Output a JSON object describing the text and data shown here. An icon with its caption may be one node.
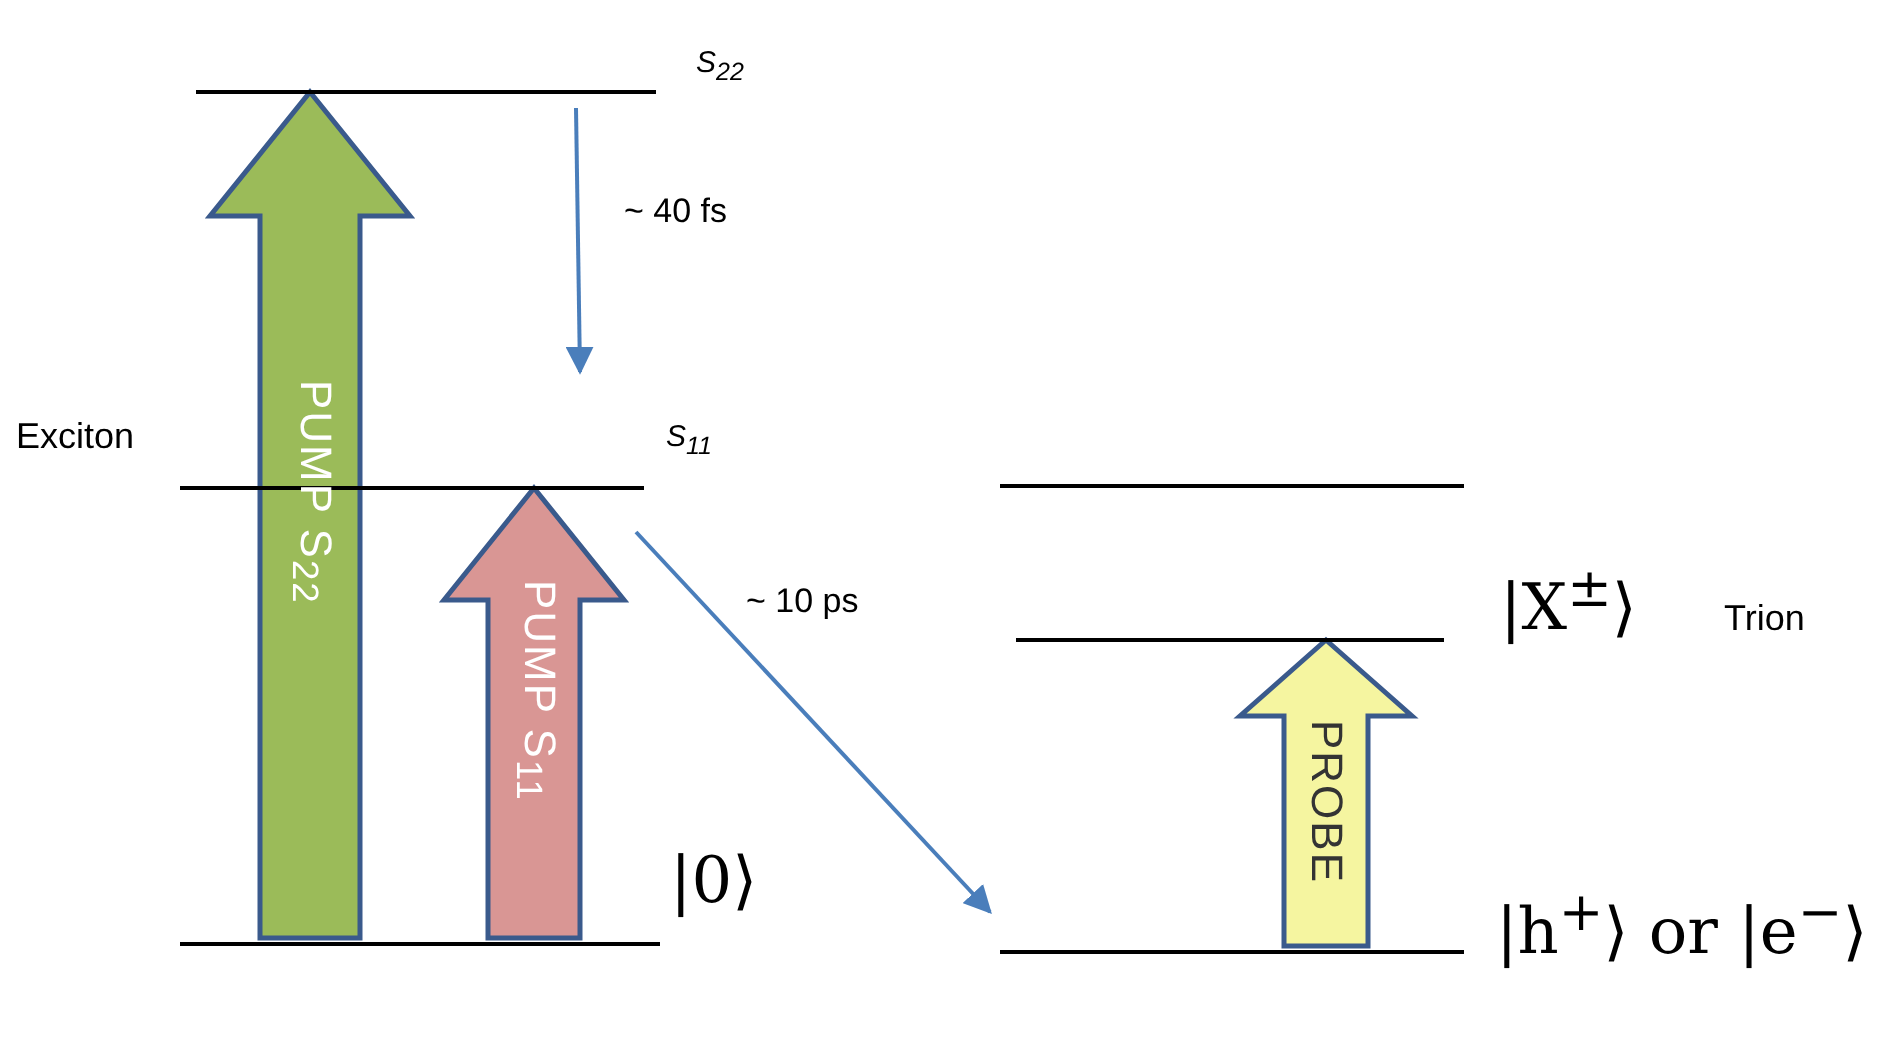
{
  "diagram": {
    "nodes": [
      {
        "text": [
          "S$_{22}$"
        ]
      },
      {
        "text": [
          "S$_{11}$"
        ],
        "beside": [
          "Exciton"
        ]
      },
      {
        "text": [
          "|0⟩"
        ]
      },
      {
        "text": [],
        "shape": "bar"
      },
      {
        "text": [
          "|X$^{±}$⟩"
        ]
      },
      {
        "text": [
          "|h$^{+}$⟩ or |e$^{−}$⟩"
        ]
      }
    ],
    "edges": [
      {
        "from": 2,
        "to": 0,
        "arrow": "to",
        "label": "PUMP S$_{22}$",
        "style": "thick",
        "color": "#9bbb59"
      },
      {
        "from": 2,
        "to": 1,
        "arrow": "to",
        "label": "PUMP S$_{11}$",
        "style": "thick",
        "color": "#d99694"
      },
      {
        "from": 5,
        "to": 4,
        "arrow": "to",
        "label": "PROBE",
        "style": "thick",
        "color": "#f5f5a0"
      },
      {
        "from": 0,
        "to": 1,
        "arrow": "to",
        "label": "~ 40 fs",
        "color": "#4a7ebb"
      },
      {
        "from": 1,
        "to": 5,
        "arrow": "to",
        "label": "~ 10 ps",
        "color": "#4a7ebb"
      }
    ],
    "labels": [
      "Trion"
    ]
  }
}
